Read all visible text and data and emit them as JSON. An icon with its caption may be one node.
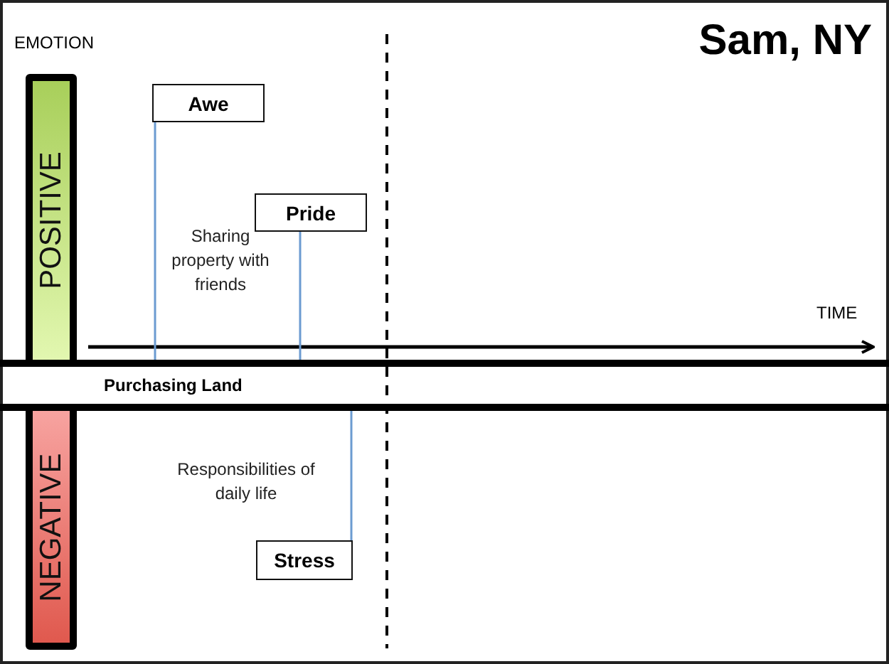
{
  "diagram": {
    "title": "Sam, NY",
    "nodes": [
      {
        "text": [
          "POSITIVE"
        ]
      },
      {
        "text": [
          "NEGATIVE"
        ]
      },
      {
        "text": [
          "Purchasing Land"
        ]
      },
      {
        "text": [
          "Awe"
        ]
      },
      {
        "text": [
          "Pride"
        ],
        "beside": [
          "Sharing property with friends"
        ]
      },
      {
        "text": [
          "Stress"
        ],
        "beside": [
          "Responsibilities of daily life"
        ]
      }
    ],
    "edges": [
      {
        "from": 3,
        "to": 2,
        "arrow": "none",
        "color": "#6b9bd1"
      },
      {
        "from": 4,
        "to": 2,
        "arrow": "none",
        "color": "#6b9bd1"
      },
      {
        "from": 5,
        "to": 2,
        "arrow": "none",
        "color": "#6b9bd1"
      }
    ],
    "labels": [
      "EMOTION",
      "TIME"
    ]
  }
}
